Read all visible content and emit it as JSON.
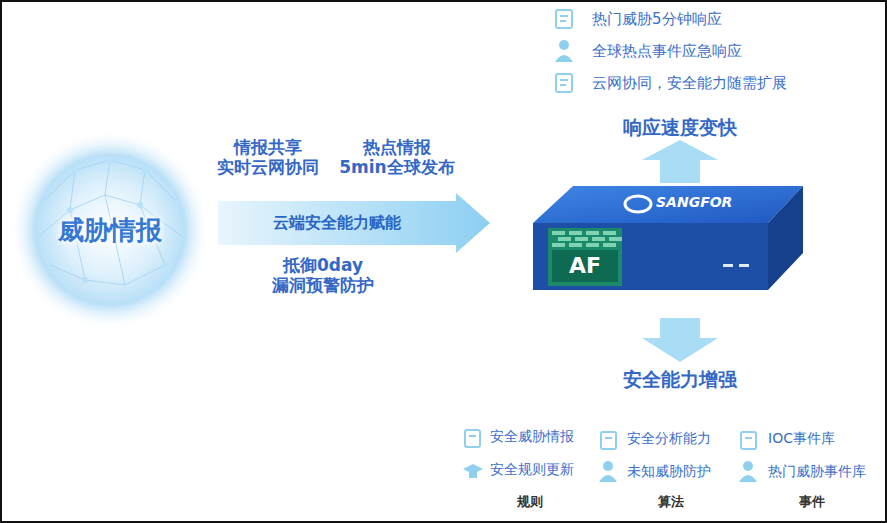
{
  "diagram": {
    "nodes": [
      {
        "text": [
          "威胁情报"
        ]
      },
      {
        "text": [
          "云端安全能力赋能"
        ]
      },
      {
        "text": [
          "SANGFOR",
          "AF"
        ]
      }
    ],
    "labels": [
      "热门威胁5分钟响应",
      "全球热点事件应急响应",
      "云网协同，安全能力随需扩展",
      "响应速度变快",
      "情报共享 实时云网协同",
      "热点情报 5min全球发布",
      "抵御0day 漏洞预警防护",
      "安全能力增强",
      "安全威胁情报",
      "安全分析能力",
      "IOC事件库",
      "安全规则更新",
      "未知威胁防护",
      "热门威胁事件库",
      "规则",
      "算法",
      "事件"
    ]
  }
}
